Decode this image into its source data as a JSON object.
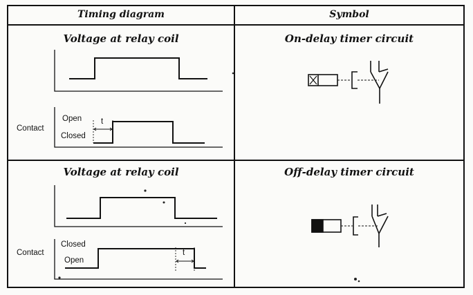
{
  "table": {
    "headers": {
      "left": "Timing diagram",
      "right": "Symbol"
    },
    "rows": [
      {
        "timing_title": "Voltage at relay coil",
        "contact_label": "Contact",
        "state_top": "Open",
        "state_bottom": "Closed",
        "delay_label": "t",
        "symbol_title": "On-delay timer circuit",
        "symbol_kind": "on-delay-coil-crossed-box"
      },
      {
        "timing_title": "Voltage at relay coil",
        "contact_label": "Contact",
        "state_top": "Closed",
        "state_bottom": "Open",
        "delay_label": "t",
        "symbol_title": "Off-delay timer circuit",
        "symbol_kind": "off-delay-coil-filled-box"
      }
    ]
  }
}
